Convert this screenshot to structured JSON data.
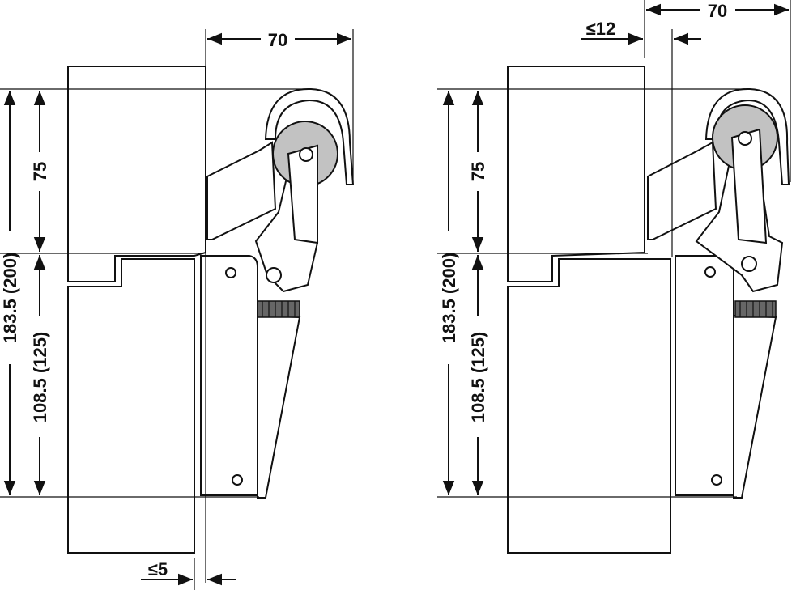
{
  "colors": {
    "line": "#111111",
    "roller": "#c2c2c2",
    "background": "#ffffff"
  },
  "left_view": {
    "dim_top": "70",
    "dim_bottom": "≤5",
    "dim_upper_frame": "75",
    "dim_total": "183.5 (200)",
    "dim_door": "108.5 (125)"
  },
  "right_view": {
    "dim_top": "70",
    "dim_gap": "≤12",
    "dim_upper_frame": "75",
    "dim_total": "183.5 (200)",
    "dim_door": "108.5 (125)"
  }
}
